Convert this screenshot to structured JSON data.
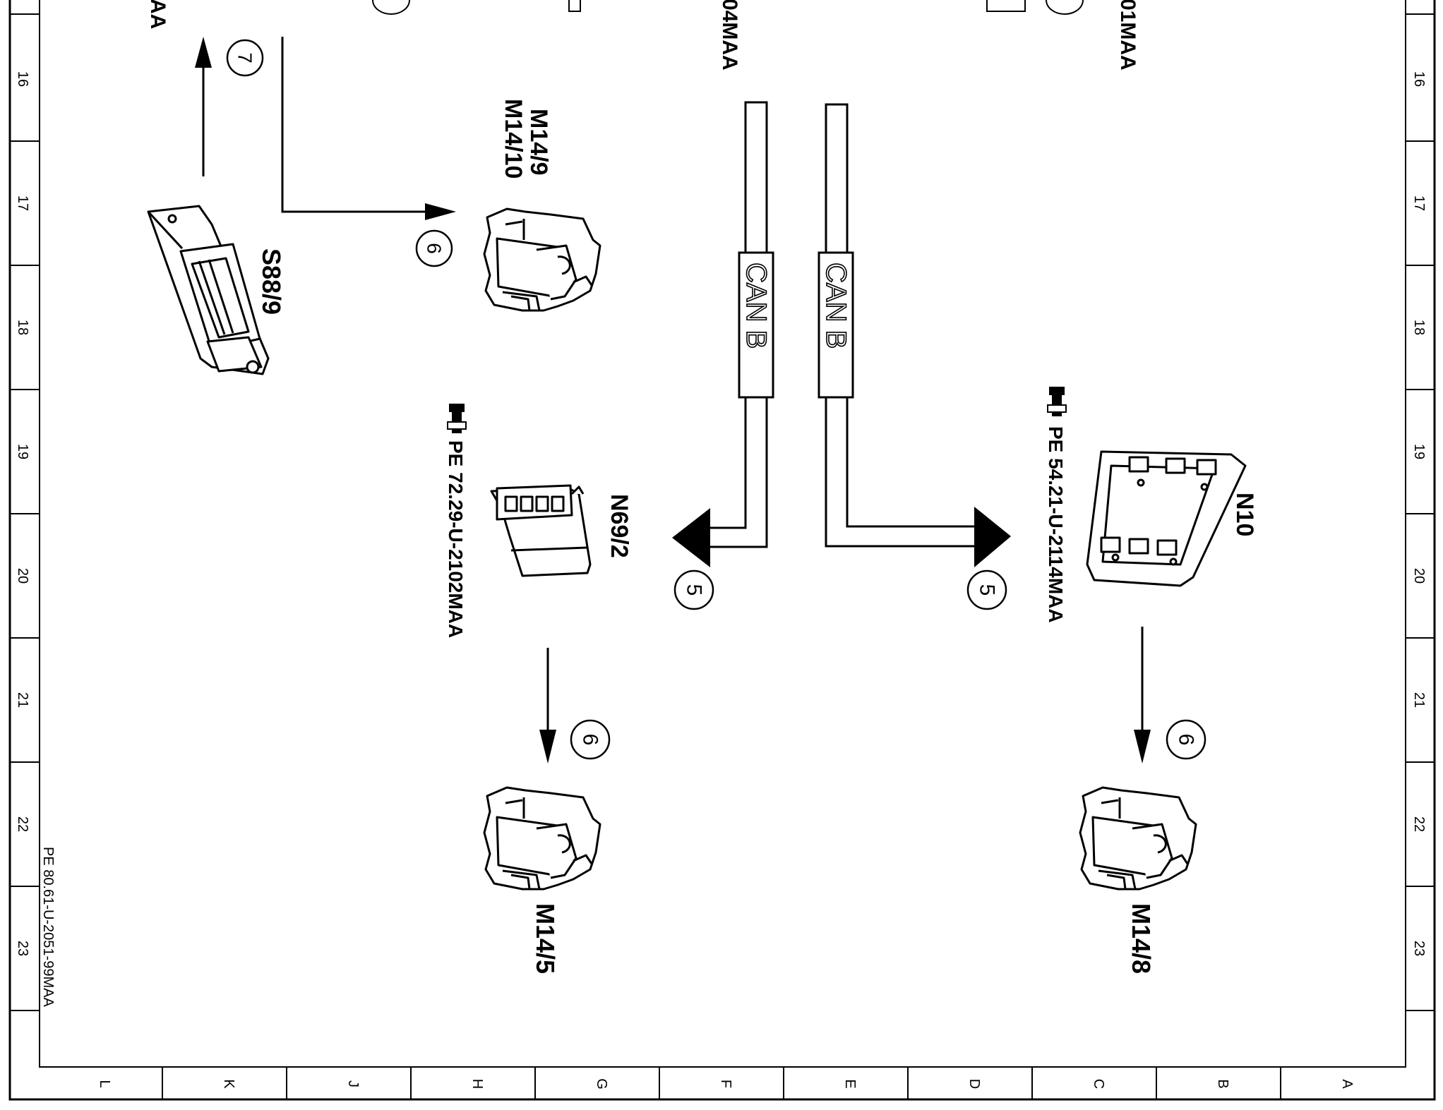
{
  "frame": {
    "row_numbers": [
      "16",
      "17",
      "18",
      "19",
      "20",
      "21",
      "22",
      "23"
    ],
    "column_letters": [
      "L",
      "K",
      "J",
      "H",
      "G",
      "F",
      "E",
      "D",
      "C",
      "B",
      "A"
    ]
  },
  "document_code": "PE 80.61-U-2051-99MAA",
  "cutoff_labels": {
    "top_left": "AA",
    "top_middle": "04MAA",
    "top_right": "01MAA"
  },
  "components": {
    "s88_9": "S88/9",
    "m14_9": "M14/9",
    "m14_10": "M14/10",
    "n69_2": "N69/2",
    "n10": "N10",
    "m14_5": "M14/5",
    "m14_8": "M14/8"
  },
  "references": {
    "n69_2_ref": "PE 72.29-U-2102MAA",
    "n10_ref": "PE 54.21-U-2114MAA"
  },
  "bus_labels": {
    "left": "CAN B",
    "right": "CAN B"
  },
  "callouts": {
    "c7": "7",
    "c6_top": "6",
    "c5_left": "5",
    "c5_right": "5",
    "c6_mid_left": "6",
    "c6_mid_right": "6"
  }
}
